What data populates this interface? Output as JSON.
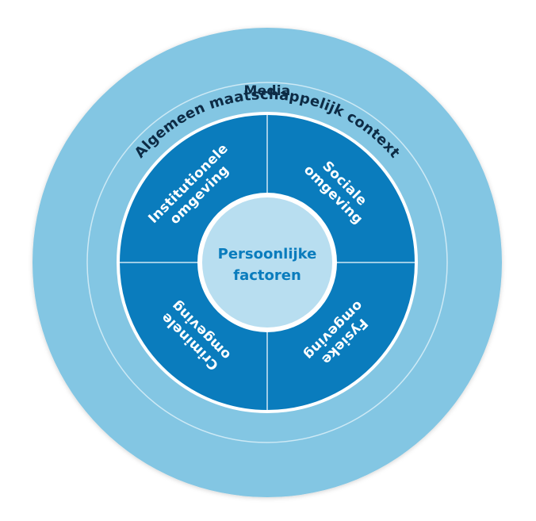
{
  "colors": {
    "background": "#ffffff",
    "outer_ring": "#83c6e3",
    "media_ring": "#83c6e3",
    "ring_divider": "#cde9f5",
    "segments": "#0a7cbd",
    "center_circle": "#b8def0",
    "dark_text": "#0d2b45",
    "white_text": "#ffffff",
    "center_text": "#0a7cbd"
  },
  "diagram": {
    "outer_ring_label": "Algemeen maatschappelijk context",
    "media_ring_label": "Media",
    "center": {
      "line1": "Persoonlijke",
      "line2": "factoren"
    },
    "segments": [
      {
        "id": "institutionele",
        "line1": "Institutionele",
        "line2": "omgeving"
      },
      {
        "id": "sociale",
        "line1": "Sociale",
        "line2": "omgeving"
      },
      {
        "id": "fysieke",
        "line1": "Fysieke",
        "line2": "omgeving"
      },
      {
        "id": "criminele",
        "line1": "Criminele",
        "line2": "omgeving"
      }
    ]
  }
}
